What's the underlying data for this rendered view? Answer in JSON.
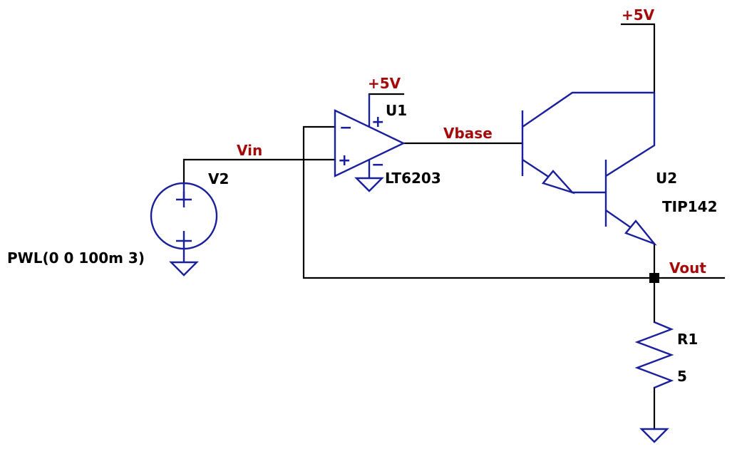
{
  "colors": {
    "component": "#1a1f9c",
    "wire": "#000000",
    "net_label": "#a50a0a",
    "text": "#000000"
  },
  "nets": {
    "vin": "Vin",
    "vbase": "Vbase",
    "vout": "Vout",
    "supply_top": "+5V",
    "supply_opamp": "+5V"
  },
  "components": {
    "source": {
      "ref": "V2",
      "value": "PWL(0 0 100m 3)"
    },
    "opamp": {
      "ref": "U1",
      "model": "LT6203",
      "pin_plus_label": "+",
      "pin_minus_label": "−",
      "supply_plus": "+",
      "supply_minus": "−"
    },
    "darlington": {
      "ref": "U2",
      "model": "TIP142"
    },
    "resistor": {
      "ref": "R1",
      "value": "5"
    }
  }
}
